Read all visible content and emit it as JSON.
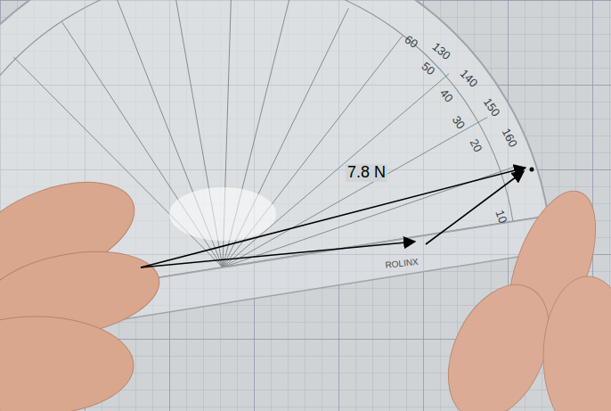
{
  "diagram": {
    "labels": [
      "7.8 N",
      "60",
      "130",
      "50",
      "140",
      "40",
      "150",
      "30",
      "160",
      "20",
      "10",
      "ROLINX"
    ]
  }
}
